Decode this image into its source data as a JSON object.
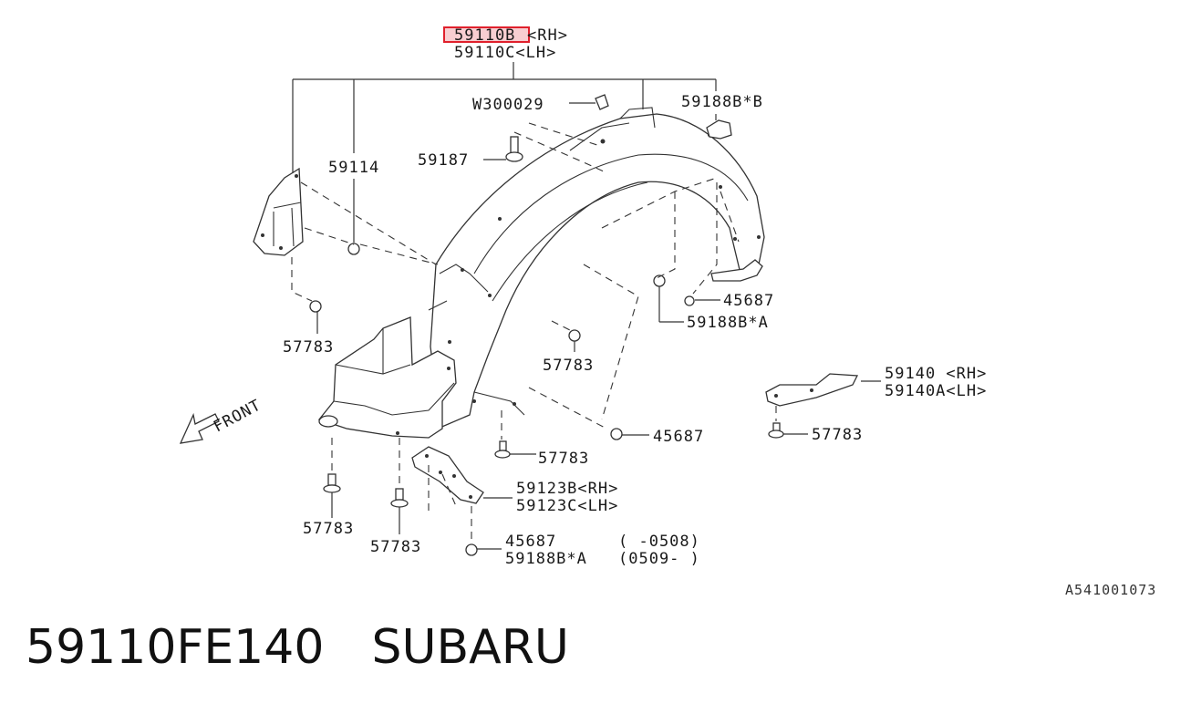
{
  "labels": {
    "main_rh": "59110B",
    "main_rh_suffix": "<RH>",
    "main_lh": "59110C<LH>",
    "w300029": "W300029",
    "p59188bb": "59188B*B",
    "p59114": "59114",
    "p59187": "59187",
    "p57783_a": "57783",
    "p57783_b": "57783",
    "p57783_c": "57783",
    "p57783_d": "57783",
    "p57783_e": "57783",
    "p57783_f": "57783",
    "p45687_a": "45687",
    "p45687_b": "45687",
    "p59188ba": "59188B*A",
    "p59140_rh": "59140 <RH>",
    "p59140_lh": "59140A<LH>",
    "p59123_rh": "59123B<RH>",
    "p59123_lh": "59123C<LH>",
    "p45687_c": "45687",
    "p45687_c_range": "(    -0508)",
    "p59188ba_b": "59188B*A",
    "p59188ba_b_range": "(0509-    )",
    "front": "FRONT",
    "ref_code": "A541001073"
  },
  "footer": {
    "part_number": "59110FE140",
    "brand": "SUBARU"
  },
  "highlight_color": "#e0202c"
}
